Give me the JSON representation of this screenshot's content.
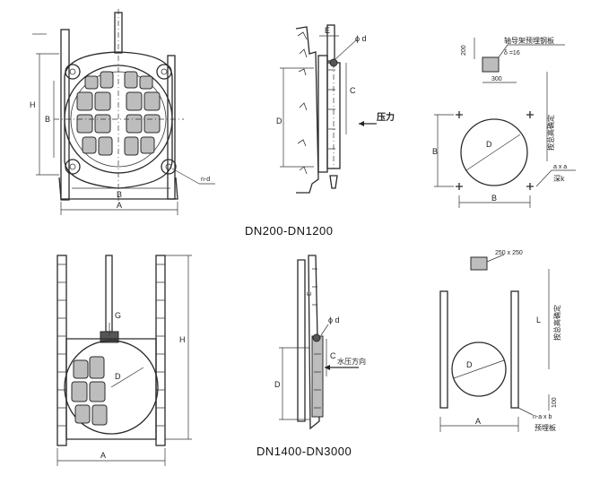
{
  "captions": {
    "top": "DN200-DN1200",
    "bottom": "DN1400-DN3000"
  },
  "fig1": {
    "H": "H",
    "B_vert": "B",
    "B": "B",
    "A": "A",
    "nd": "n-d"
  },
  "fig2": {
    "E": "E",
    "phid": "ϕ d",
    "C": "C",
    "D": "D",
    "pressure": "压力"
  },
  "fig3": {
    "dim200": "200",
    "plate": "轴导架预埋钢板",
    "delta": "δ =16",
    "dim300": "300",
    "site": "按总高确定",
    "D": "D",
    "B_vert": "B",
    "B": "B",
    "axa": "a x a",
    "deep": "深k"
  },
  "fig4": {
    "G": "G",
    "H": "H",
    "D": "D",
    "A": "A"
  },
  "fig5": {
    "E": "E",
    "phid": "ϕ d",
    "C": "C",
    "D": "D",
    "waterdir": "水压方向"
  },
  "fig6": {
    "size": "250 x 250",
    "L": "L",
    "site": "按总高确定",
    "D": "D",
    "dim100": "100",
    "nab": "n-a x b",
    "plate": "预埋板",
    "A": "A"
  }
}
